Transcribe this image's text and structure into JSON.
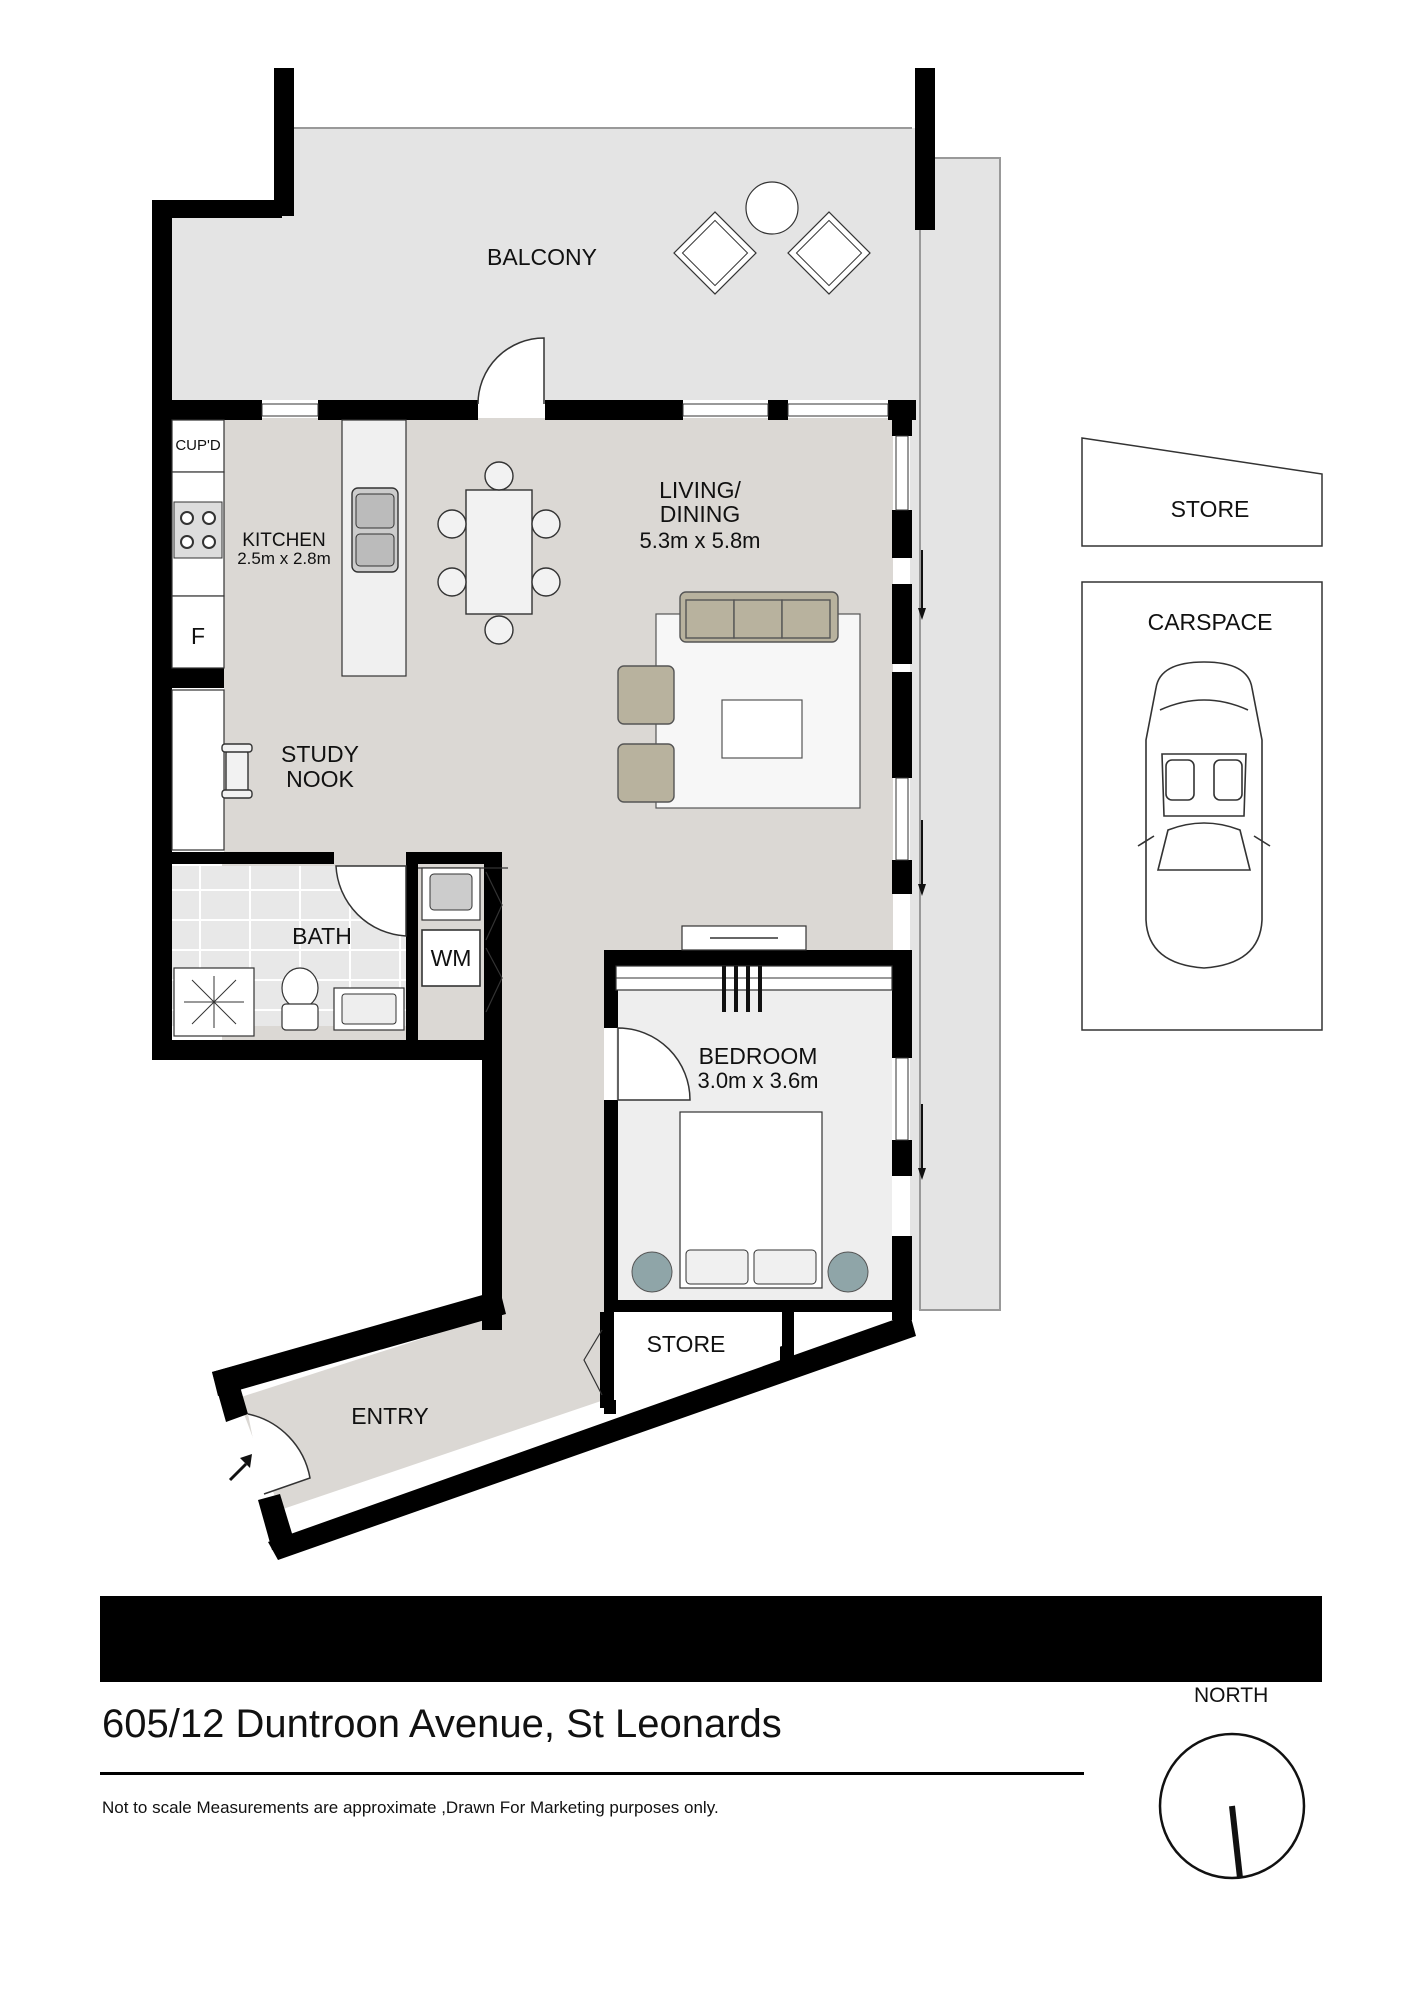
{
  "rooms": {
    "balcony": "BALCONY",
    "living": "LIVING/",
    "dining": "DINING",
    "living_dim": "5.3m x 5.8m",
    "kitchen": "KITCHEN",
    "kitchen_dim": "2.5m x 2.8m",
    "cupd": "CUP'D",
    "fridge": "F",
    "study1": "STUDY",
    "study2": "NOOK",
    "bath": "BATH",
    "wm": "WM",
    "bedroom": "BEDROOM",
    "bedroom_dim": "3.0m x 3.6m",
    "store_inner": "STORE",
    "entry": "ENTRY",
    "store_outer": "STORE",
    "carspace": "CARSPACE"
  },
  "footer": {
    "address": "605/12 Duntroon Avenue, St Leonards",
    "disclaimer": "Not to scale  Measurements are approximate ,Drawn For Marketing purposes only.",
    "north": "NORTH"
  },
  "colors": {
    "floor": "#dbd8d4",
    "balcony": "#e4e4e4",
    "wall": "#000000",
    "sofa": "#b8b29e",
    "bedside": "#8fa5a8"
  }
}
